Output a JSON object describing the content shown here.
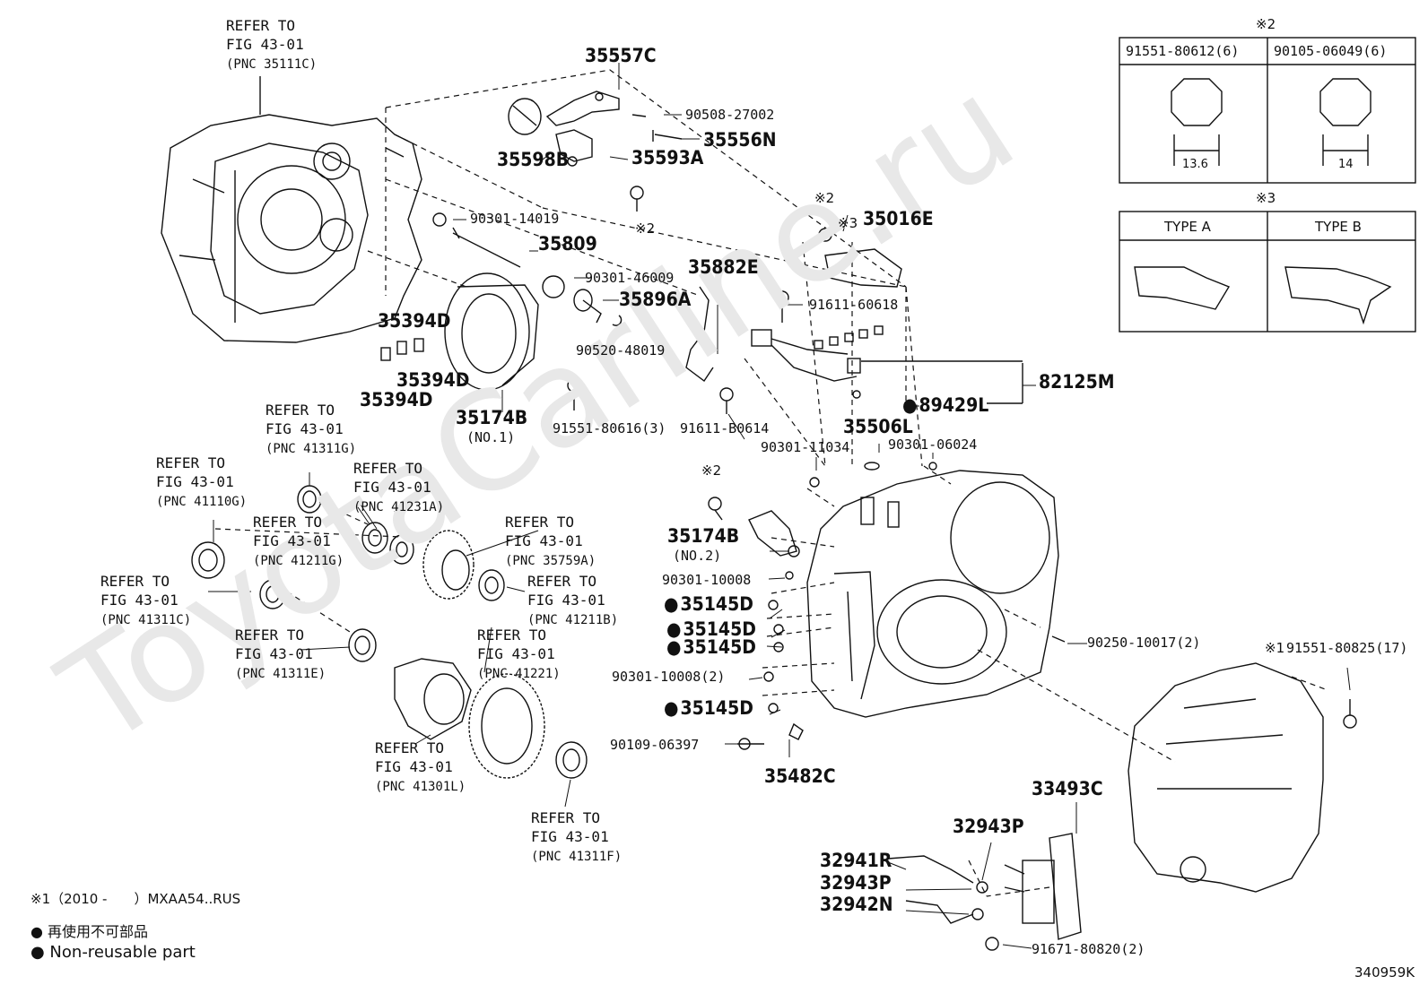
{
  "watermark": "ToyotaCarline.ru",
  "diagram_id": "340959K",
  "legend": {
    "line1": "※1（2010 -　　）MXAA54..RUS",
    "line2": "● 再使用不可部品",
    "line3": "● Non-reusable part"
  },
  "refer_blocks": [
    {
      "l1": "REFER TO",
      "l2": "FIG 43-01",
      "l3": "(PNC 35111C)"
    },
    {
      "l1": "REFER TO",
      "l2": "FIG 43-01",
      "l3": "(PNC 41311G)"
    },
    {
      "l1": "REFER TO",
      "l2": "FIG 43-01",
      "l3": "(PNC 41110G)"
    },
    {
      "l1": "REFER TO",
      "l2": "FIG 43-01",
      "l3": "(PNC 41231A)"
    },
    {
      "l1": "REFER TO",
      "l2": "FIG 43-01",
      "l3": "(PNC 41211G)"
    },
    {
      "l1": "REFER TO",
      "l2": "FIG 43-01",
      "l3": "(PNC 35759A)"
    },
    {
      "l1": "REFER TO",
      "l2": "FIG 43-01",
      "l3": "(PNC 41311C)"
    },
    {
      "l1": "REFER TO",
      "l2": "FIG 43-01",
      "l3": "(PNC 41211B)"
    },
    {
      "l1": "REFER TO",
      "l2": "FIG 43-01",
      "l3": "(PNC 41311E)"
    },
    {
      "l1": "REFER TO",
      "l2": "FIG 43-01",
      "l3": "(PNC 41221)"
    },
    {
      "l1": "REFER TO",
      "l2": "FIG 43-01",
      "l3": "(PNC 41301L)"
    },
    {
      "l1": "REFER TO",
      "l2": "FIG 43-01",
      "l3": "(PNC 41311F)"
    }
  ],
  "parts": {
    "p35557C": "35557C",
    "p90508": "90508-27002",
    "p35556N": "35556N",
    "p35598B": "35598B",
    "p35593A": "35593A",
    "p90301_14019": "90301-14019",
    "p35809": "35809",
    "p90301_46009": "90301-46009",
    "p35882E": "35882E",
    "p35896A": "35896A",
    "p90520": "90520-48019",
    "p35394D_a": "35394D",
    "p35394D_b": "35394D",
    "p35394D_c": "35394D",
    "p35174B_1": "35174B",
    "p35174B_1s": "(NO.1)",
    "p91551_80616": "91551-80616(3)",
    "p91611_B0614": "91611-B0614",
    "p35016E": "35016E",
    "p91611_60618": "91611-60618",
    "p82125M": "82125M",
    "p89429L": "89429L",
    "p35506L": "35506L",
    "p90301_11034": "90301-11034",
    "p90301_06024": "90301-06024",
    "p35174B_2": "35174B",
    "p35174B_2s": "(NO.2)",
    "p90301_10008": "90301-10008",
    "p35145D_1": "35145D",
    "p35145D_2": "35145D",
    "p35145D_3": "35145D",
    "p35145D_4": "35145D",
    "p90301_10008_2": "90301-10008(2)",
    "p90109": "90109-06397",
    "p35482C": "35482C",
    "p90250": "90250-10017(2)",
    "p91551_80825": "91551-80825(17)",
    "p33493C": "33493C",
    "p32943P_a": "32943P",
    "p32941R": "32941R",
    "p32943P_b": "32943P",
    "p32942N": "32942N",
    "p91671": "91671-80820(2)"
  },
  "symbols": {
    "mark1": "※1",
    "mark2": "※2",
    "mark3": "※3"
  },
  "table_bolts": {
    "header_mark": "※2",
    "col1": "91551-80612(6)",
    "col2": "90105-06049(6)",
    "dim1": "13.6",
    "dim2": "14"
  },
  "table_types": {
    "header_mark": "※3",
    "col1": "TYPE A",
    "col2": "TYPE B"
  }
}
